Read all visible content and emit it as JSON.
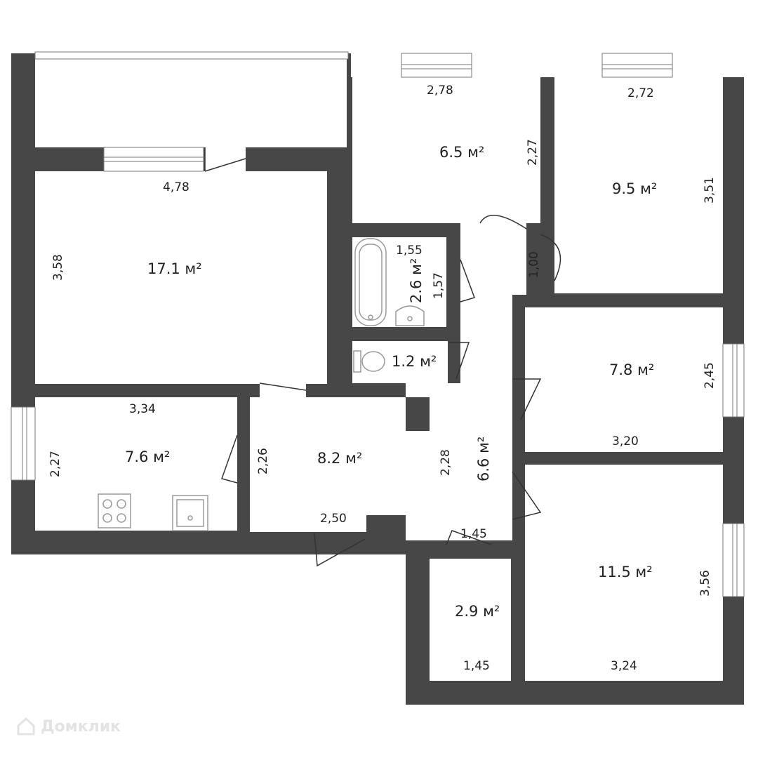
{
  "colors": {
    "wall": "#474747",
    "floor": "#ffffff",
    "fixture": "#9a9a9a"
  },
  "rooms": [
    {
      "id": "living",
      "area": "17.1 м²"
    },
    {
      "id": "bedroom-top-mid",
      "area": "6.5 м²"
    },
    {
      "id": "bedroom-top-right",
      "area": "9.5 м²"
    },
    {
      "id": "bathroom",
      "area": "2.6 м²"
    },
    {
      "id": "toilet",
      "area": "1.2 м²"
    },
    {
      "id": "room-right-mid",
      "area": "7.8 м²"
    },
    {
      "id": "kitchen",
      "area": "7.6 м²"
    },
    {
      "id": "hall",
      "area": "8.2 м²"
    },
    {
      "id": "corridor",
      "area": "6.6 м²"
    },
    {
      "id": "storage",
      "area": "2.9 м²"
    },
    {
      "id": "room-bottom-right",
      "area": "11.5 м²"
    }
  ],
  "dimensions": [
    "4,78",
    "3,58",
    "2,78",
    "2,27",
    "2,72",
    "3,51",
    "1,55",
    "1,57",
    "1,00",
    "2,45",
    "3,20",
    "3,34",
    "2,27",
    "2,26",
    "2,28",
    "2,50",
    "1,45",
    "1,45",
    "3,56",
    "3,24"
  ],
  "icons": [
    "bathtub-icon",
    "sink-icon",
    "toilet-icon",
    "stove-icon",
    "kitchen-sink-icon"
  ],
  "watermark": {
    "text": "Домклик",
    "icon": "house-logo-icon"
  }
}
